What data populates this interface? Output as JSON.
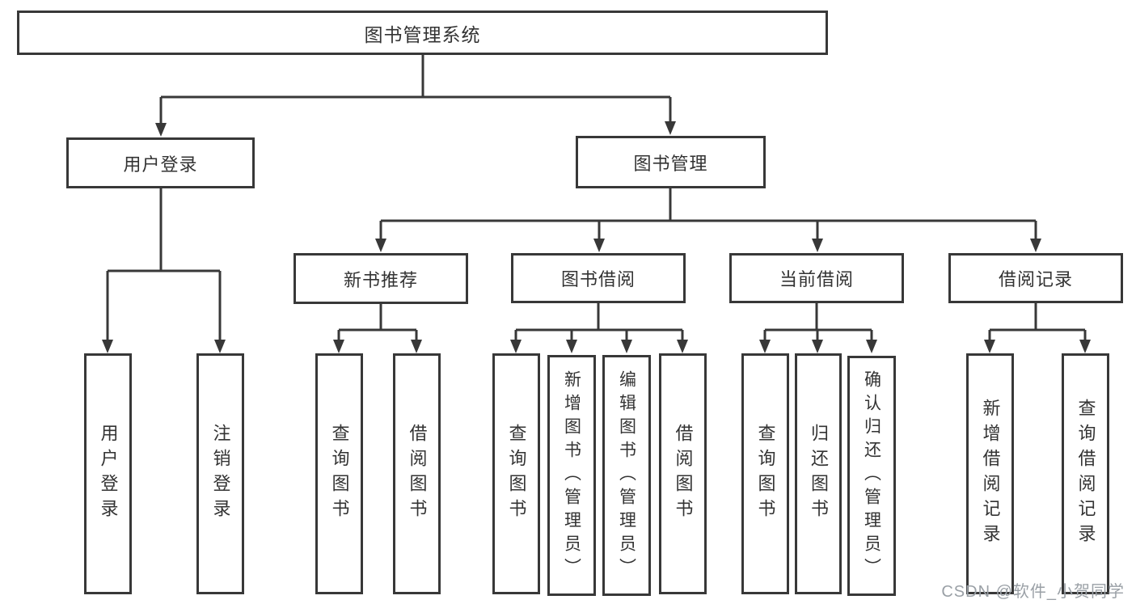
{
  "diagram": {
    "title_node": {
      "label": "图书管理系统"
    },
    "level2": [
      {
        "id": "user-login",
        "label": "用户登录"
      },
      {
        "id": "book-management",
        "label": "图书管理"
      }
    ],
    "level3": [
      {
        "id": "new-book-recommend",
        "label": "新书推荐"
      },
      {
        "id": "book-borrow",
        "label": "图书借阅"
      },
      {
        "id": "current-borrow",
        "label": "当前借阅"
      },
      {
        "id": "borrow-records",
        "label": "借阅记录"
      }
    ],
    "level4": {
      "user_login": [
        {
          "label": "用户登录"
        },
        {
          "label": "注销登录"
        }
      ],
      "new_book_recommend": [
        {
          "label": "查询图书"
        },
        {
          "label": "借阅图书"
        }
      ],
      "book_borrow": [
        {
          "label": "查询图书"
        },
        {
          "label": "新增图书（管理员）"
        },
        {
          "label": "编辑图书（管理员）"
        },
        {
          "label": "借阅图书"
        }
      ],
      "current_borrow": [
        {
          "label": "查询图书"
        },
        {
          "label": "归还图书"
        },
        {
          "label": "确认归还（管理员）"
        }
      ],
      "borrow_records": [
        {
          "label": "新增借阅记录"
        },
        {
          "label": "查询借阅记录"
        }
      ]
    }
  },
  "watermark": {
    "text": "CSDN @软件_小贺同学"
  },
  "colors": {
    "line": "#383838",
    "text": "#333333",
    "watermark": "#9aa0a6",
    "background": "#ffffff"
  }
}
